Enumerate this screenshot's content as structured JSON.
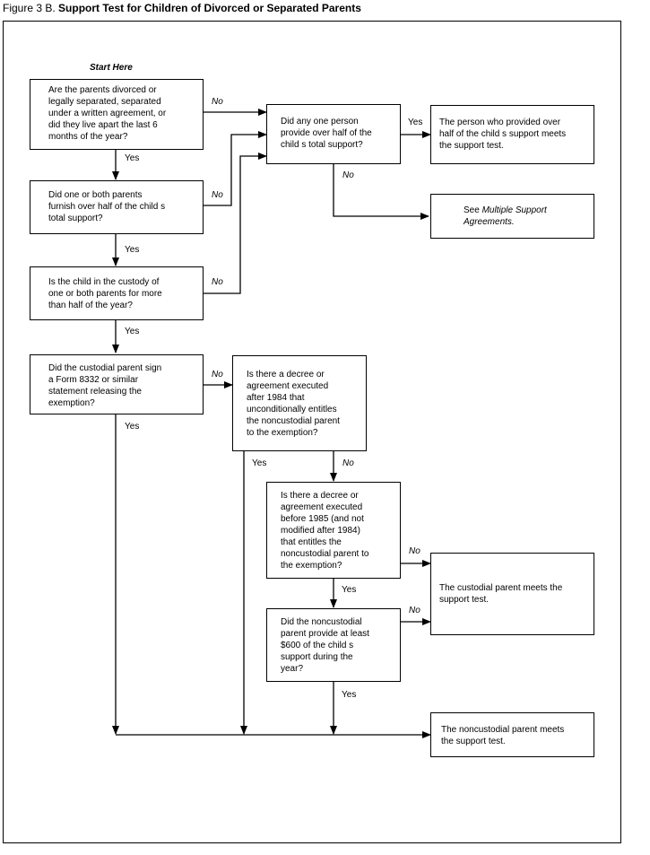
{
  "figure": {
    "label": "Figure 3 B.",
    "title": "Support Test for Children of Divorced or Separated Parents"
  },
  "start_label": "Start Here",
  "boxes": {
    "q1": "Are the parents divorced or\nlegally separated, separated\nunder a written agreement, or\ndid they live apart the last 6\nmonths of the year?",
    "q2": "Did one or both parents\nfurnish over half of the child   s\ntotal  support?",
    "q3": "Is the child in the custody of\none or both parents for more\nthan half of the year?",
    "q4": "Did the custodial parent sign\na Form 8332 or similar\nstatement releasing the\nexemption?",
    "q5": "Did any one person\nprovide over half of the\nchild   s total support?",
    "q6": "Is there a decree or\nagreement executed\nafter 1984 that\nunconditionally  entitles\nthe noncustodial parent\nto the exemption?",
    "q7": "Is there a decree or\nagreement executed\nbefore 1985 (and not\nmodified after 1984)\nthat entitles the\nnoncustodial parent to\nthe exemption?",
    "q8": "Did the noncustodial\nparent provide at least\n$600 of the child   s\nsupport during the\nyear?",
    "r1": "The person who provided over\nhalf of the child   s support meets\nthe support test.",
    "r2_prefix": "See ",
    "r2_italic": "Multiple Support\nAgreements.",
    "r3": "The custodial parent meets the\nsupport test.",
    "r4": "The noncustodial parent meets\nthe support test."
  },
  "labels": {
    "yes": "Yes",
    "no": "No"
  }
}
